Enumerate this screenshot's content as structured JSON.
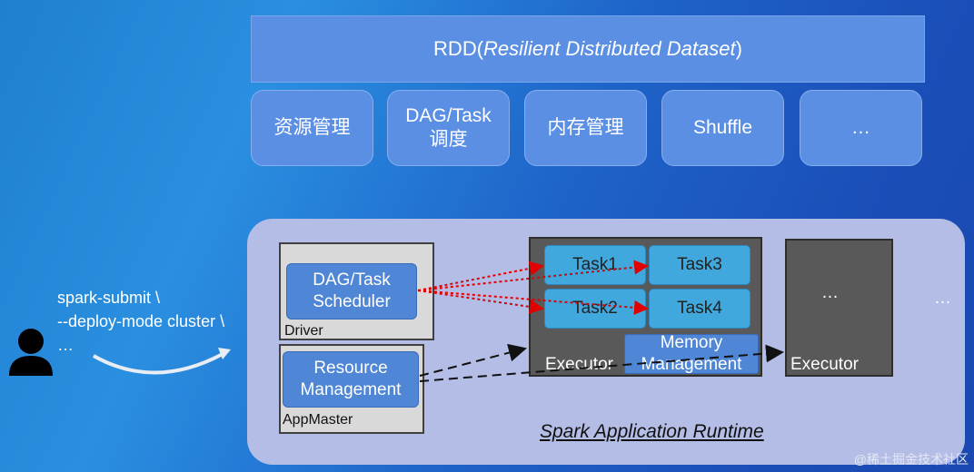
{
  "top": {
    "rdd_label": "RDD",
    "rdd_paren_open": "(",
    "rdd_italic": "Resilient Distributed Dataset",
    "rdd_paren_close": ")"
  },
  "modules": [
    {
      "label": "资源管理"
    },
    {
      "label": "DAG/Task\n调度"
    },
    {
      "label": "内存管理"
    },
    {
      "label": "Shuffle"
    },
    {
      "label": "…"
    }
  ],
  "client": {
    "line1": "spark-submit \\",
    "line2": "--deploy-mode cluster \\",
    "line3": "…"
  },
  "runtime": {
    "title": "Spark Application Runtime",
    "driver": {
      "scheduler": "DAG/Task\nScheduler",
      "label": "Driver"
    },
    "appmaster": {
      "resource": "Resource\nManagement",
      "label": "AppMaster"
    },
    "executor1": {
      "tasks": [
        "Task1",
        "Task3",
        "Task2",
        "Task4"
      ],
      "memory": "Memory\nManagement",
      "label": "Executor"
    },
    "executor2": {
      "ellipsis": "…",
      "label": "Executor"
    },
    "outer_ellipsis": "…"
  },
  "watermark": "@稀土掘金技术社区",
  "colors": {
    "module_fill": "#5b8fe4",
    "task_fill": "#41a8de",
    "arrow_red": "#e00000"
  }
}
